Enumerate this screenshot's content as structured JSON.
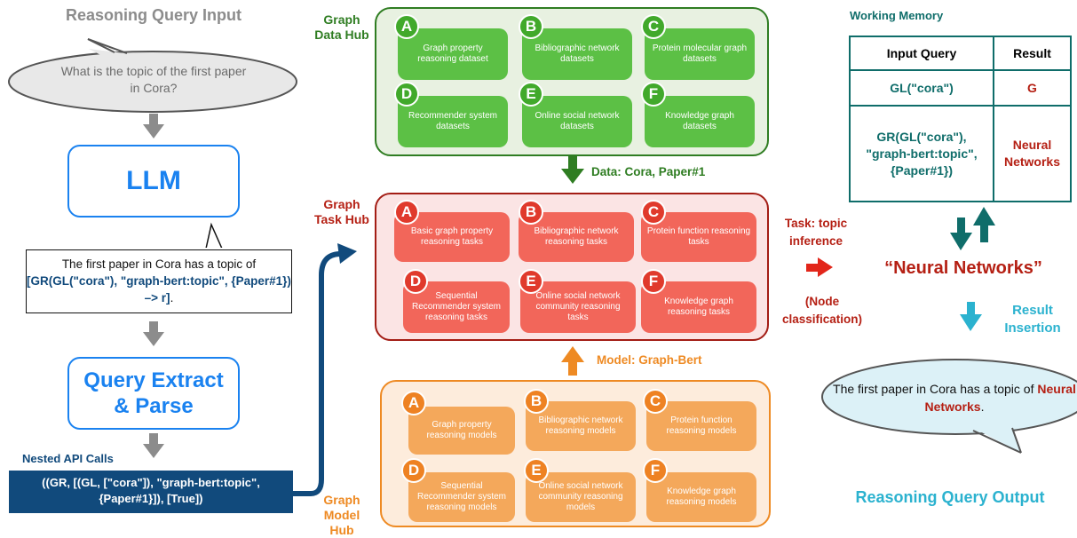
{
  "input_section": {
    "title": "Reasoning Query Input",
    "query_text": "What is the topic of the first paper in Cora?",
    "llm_label": "LLM",
    "llm_output_plain": "The first paper in Cora has a topic of",
    "llm_output_api": "[GR(GL(\"cora\"), \"graph-bert:topic\", {Paper#1}) –> r]",
    "llm_output_end": ".",
    "parser_label": "Query Extract & Parse",
    "nested_api_label": "Nested API Calls",
    "nested_api_call": "((GR, [(GL, [\"cora\"]), \"graph-bert:topic\", {Paper#1}]), [True])"
  },
  "data_hub": {
    "label": "Graph Data Hub",
    "items": [
      {
        "badge": "A",
        "text": "Graph property reasoning dataset"
      },
      {
        "badge": "B",
        "text": "Bibliographic network datasets"
      },
      {
        "badge": "C",
        "text": "Protein molecular graph datasets"
      },
      {
        "badge": "D",
        "text": "Recommender system datasets"
      },
      {
        "badge": "E",
        "text": "Online social network datasets"
      },
      {
        "badge": "F",
        "text": "Knowledge graph datasets"
      }
    ],
    "flow_label": "Data: Cora, Paper#1"
  },
  "task_hub": {
    "label": "Graph Task Hub",
    "items": [
      {
        "badge": "A",
        "text": "Basic graph property reasoning tasks"
      },
      {
        "badge": "B",
        "text": "Bibliographic network reasoning tasks"
      },
      {
        "badge": "C",
        "text": "Protein function reasoning tasks"
      },
      {
        "badge": "D",
        "text": "Sequential Recommender system reasoning tasks"
      },
      {
        "badge": "E",
        "text": "Online social network community reasoning tasks"
      },
      {
        "badge": "F",
        "text": "Knowledge graph reasoning tasks"
      }
    ],
    "task_label": "Task: topic inference",
    "task_sub_label": "(Node classification)"
  },
  "model_hub": {
    "label": "Graph Model Hub",
    "items": [
      {
        "badge": "A",
        "text": "Graph property reasoning models"
      },
      {
        "badge": "B",
        "text": "Bibliographic network reasoning models"
      },
      {
        "badge": "C",
        "text": "Protein function reasoning models"
      },
      {
        "badge": "D",
        "text": "Sequential Recommender system reasoning models"
      },
      {
        "badge": "E",
        "text": "Online social network community reasoning models"
      },
      {
        "badge": "F",
        "text": "Knowledge graph reasoning models"
      }
    ],
    "flow_label": "Model: Graph-Bert"
  },
  "working_memory": {
    "title": "Working Memory",
    "columns": [
      "Input Query",
      "Result"
    ],
    "rows": [
      {
        "query": "GL(\"cora\")",
        "result": "G"
      },
      {
        "query": "GR(GL(\"cora\"), \"graph-bert:topic\", {Paper#1})",
        "result": "Neural Networks"
      }
    ]
  },
  "output_section": {
    "result_value": "“Neural Networks”",
    "insertion_label": "Result Insertion",
    "answer_plain": "The first paper in Cora has a topic of",
    "answer_highlight": "Neural Networks",
    "answer_end": ".",
    "title": "Reasoning Query Output"
  },
  "colors": {
    "gray": "#8c8c8c",
    "blue": "#1a82f0",
    "navy": "#114a7c",
    "green": "#2f7d22",
    "red": "#b52014",
    "orange": "#ee8a23",
    "teal": "#0f6d6a",
    "cyan": "#2bb2cf"
  }
}
